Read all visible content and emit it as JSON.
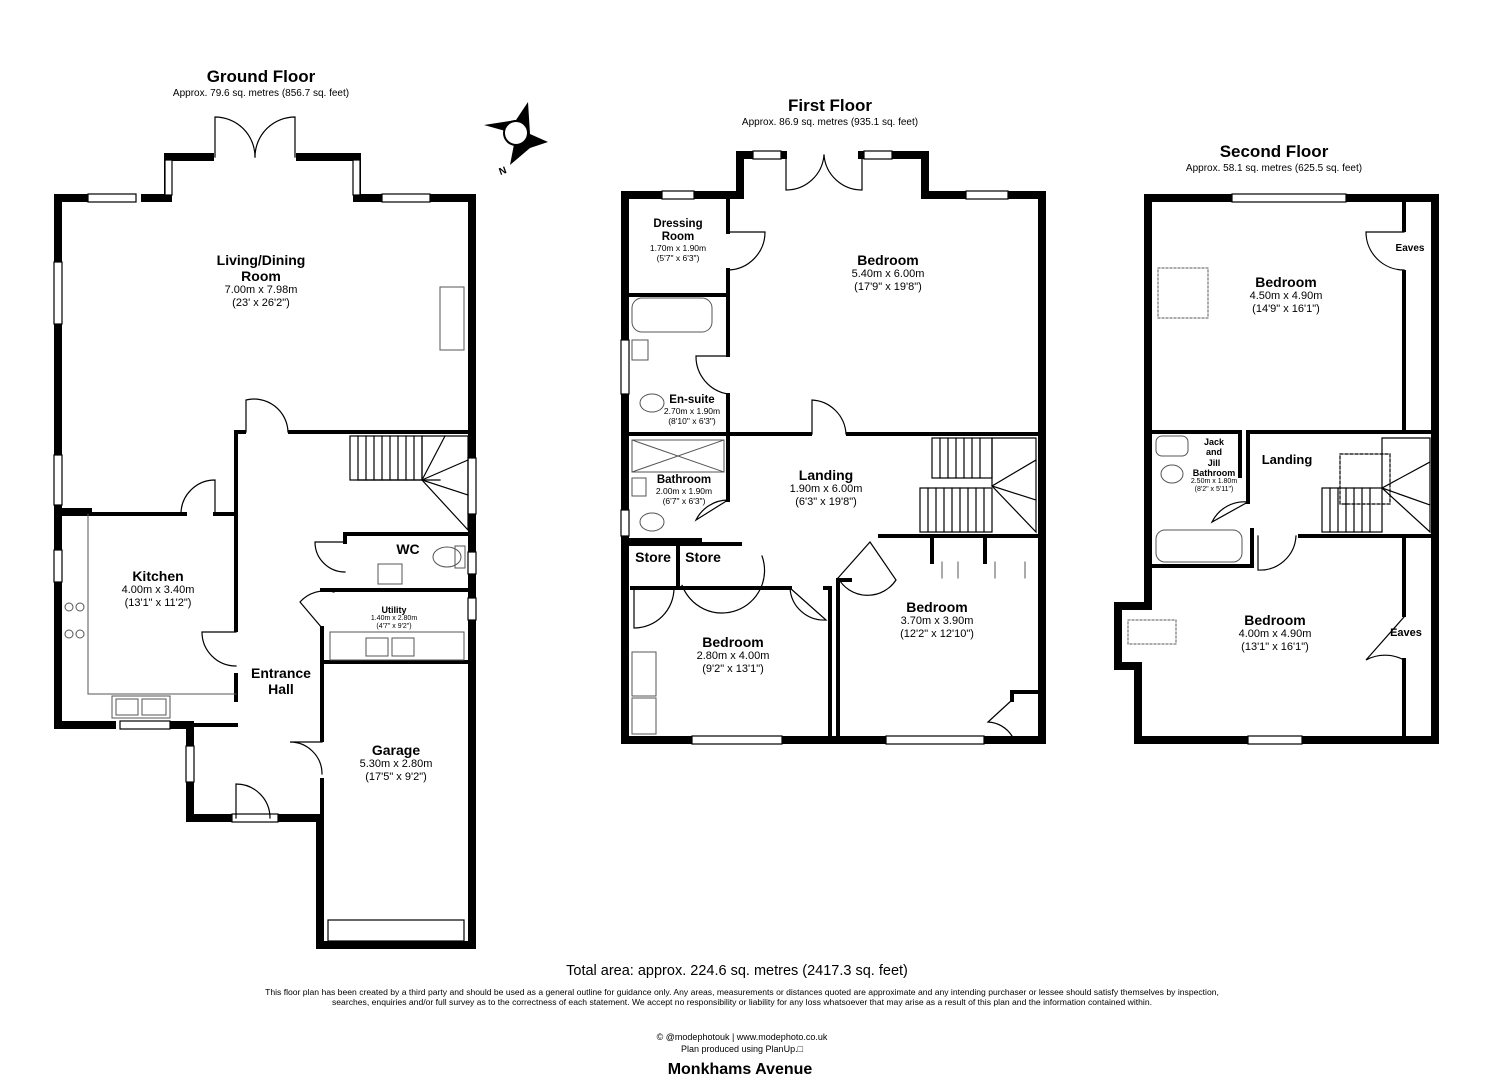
{
  "floors": [
    {
      "name": "Ground Floor",
      "area": "Approx. 79.6 sq. metres (856.7 sq. feet)",
      "rooms": [
        {
          "name": "Living/Dining Room",
          "line1": "Living/Dining",
          "line2": "Room",
          "metric": "7.00m x 7.98m",
          "imperial": "(23' x 26'2\")"
        },
        {
          "name": "Kitchen",
          "metric": "4.00m x 3.40m",
          "imperial": "(13'1\" x 11'2\")"
        },
        {
          "name": "WC"
        },
        {
          "name": "Utility",
          "metric": "1.40m x 2.80m",
          "imperial": "(4'7\" x 9'2\")"
        },
        {
          "name": "Entrance Hall",
          "line1": "Entrance",
          "line2": "Hall"
        },
        {
          "name": "Garage",
          "metric": "5.30m x 2.80m",
          "imperial": "(17'5\" x 9'2\")"
        }
      ]
    },
    {
      "name": "First Floor",
      "area": "Approx. 86.9 sq. metres (935.1 sq. feet)",
      "rooms": [
        {
          "name": "Dressing Room",
          "line1": "Dressing",
          "line2": "Room",
          "metric": "1.70m x 1.90m",
          "imperial": "(5'7\" x 6'3\")"
        },
        {
          "name": "Bedroom",
          "metric": "5.40m x 6.00m",
          "imperial": "(17'9\" x 19'8\")"
        },
        {
          "name": "En-suite",
          "metric": "2.70m x 1.90m",
          "imperial": "(8'10\" x 6'3\")"
        },
        {
          "name": "Bathroom",
          "metric": "2.00m x 1.90m",
          "imperial": "(6'7\" x 6'3\")"
        },
        {
          "name": "Landing",
          "metric": "1.90m x 6.00m",
          "imperial": "(6'3\" x 19'8\")"
        },
        {
          "name": "Store"
        },
        {
          "name": "Store"
        },
        {
          "name": "Bedroom",
          "metric": "2.80m x 4.00m",
          "imperial": "(9'2\" x 13'1\")"
        },
        {
          "name": "Bedroom",
          "metric": "3.70m x 3.90m",
          "imperial": "(12'2\" x 12'10\")"
        }
      ]
    },
    {
      "name": "Second Floor",
      "area": "Approx. 58.1 sq. metres (625.5 sq. feet)",
      "rooms": [
        {
          "name": "Bedroom",
          "metric": "4.50m x 4.90m",
          "imperial": "(14'9\" x 16'1\")"
        },
        {
          "name": "Eaves"
        },
        {
          "name": "Jack and Jill Bathroom",
          "line1": "Jack",
          "line2": "and",
          "line3": "Jill",
          "line4": "Bathroom",
          "metric": "2.50m x 1.80m",
          "imperial": "(8'2\" x 5'11\")"
        },
        {
          "name": "Landing"
        },
        {
          "name": "Bedroom",
          "metric": "4.00m x 4.90m",
          "imperial": "(13'1\" x 16'1\")"
        },
        {
          "name": "Eaves"
        }
      ]
    }
  ],
  "compass": {
    "label": "N",
    "icon": "compass-rose-icon"
  },
  "footer": {
    "total": "Total area: approx. 224.6 sq. metres (2417.3 sq. feet)",
    "disclaimer": "This floor plan has been created by a third party and should be used as a general outline for guidance only. Any areas, measurements or distances quoted are approximate and any intending purchaser or lessee should satisfy themselves by inspection, searches, enquiries and/or full survey as to the correctness of each statement. We accept no responsibility or liability for any loss whatsoever that may arise as a result of this plan and the information contained within.",
    "credit": "© @modephotouk | www.modephoto.co.uk",
    "software": "Plan produced using PlanUp.□",
    "address": "Monkhams Avenue"
  },
  "colors": {
    "wall": "#000000",
    "fixture": "#555555",
    "background": "#ffffff"
  }
}
